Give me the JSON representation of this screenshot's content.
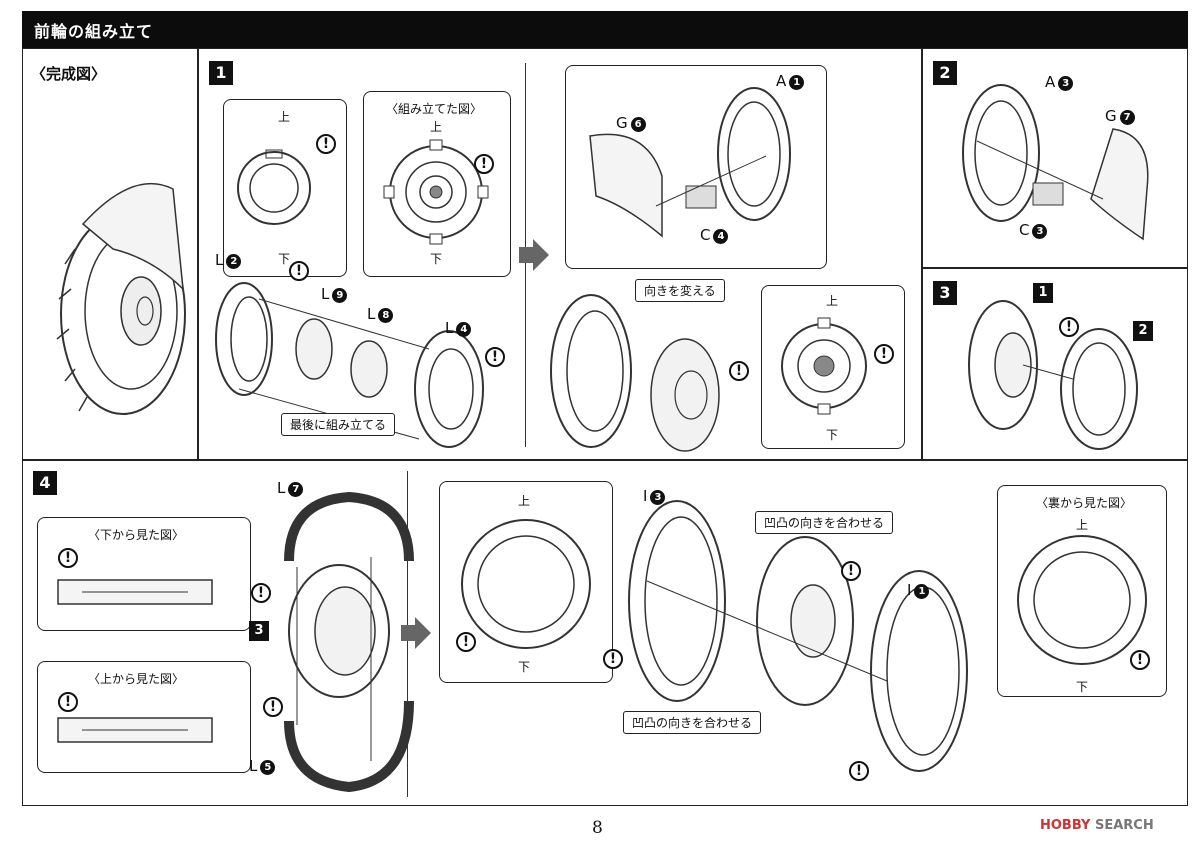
{
  "header": {
    "title": "前輪の組み立て"
  },
  "panels": {
    "complete": {
      "label": "〈完成図〉"
    },
    "step1": {
      "num": "1",
      "callout_left": {
        "top": "上",
        "bottom": "下"
      },
      "callout_assembled": {
        "title": "〈組み立てた図〉",
        "top": "上",
        "bottom": "下"
      },
      "parts": {
        "l2": "L",
        "l2n": "2",
        "l9": "L",
        "l9n": "9",
        "l8": "L",
        "l8n": "8",
        "l4": "L",
        "l4n": "4"
      },
      "note_last": "最後に組み立てる",
      "parts_right": {
        "a1": "A",
        "a1n": "1",
        "g6": "G",
        "g6n": "6",
        "c4": "C",
        "c4n": "4"
      },
      "note_turn": "向きを変える",
      "callout_right": {
        "top": "上",
        "bottom": "下"
      }
    },
    "step2": {
      "num": "2",
      "a3": "A",
      "a3n": "3",
      "g7": "G",
      "g7n": "7",
      "c3": "C",
      "c3n": "3"
    },
    "step3": {
      "num": "3",
      "sub1": "1",
      "sub2": "2"
    },
    "step4": {
      "num": "4",
      "view_bottom": "〈下から見た図〉",
      "view_top": "〈上から見た図〉",
      "l7": "L",
      "l7n": "7",
      "l5": "L",
      "l5n": "5",
      "sub3": "3",
      "callout_mid": {
        "top": "上",
        "bottom": "下"
      },
      "i3": "I",
      "i3n": "3",
      "i1": "I",
      "i1n": "1",
      "note_align1": "凹凸の向きを合わせる",
      "note_align2": "凹凸の向きを合わせる",
      "view_back": "〈裏から見た図〉",
      "callout_back": {
        "top": "上",
        "bottom": "下"
      }
    }
  },
  "warning_glyph": "!",
  "footer": {
    "page": "8",
    "watermark_a": "HOBBY",
    "watermark_b": "SEARCH"
  }
}
